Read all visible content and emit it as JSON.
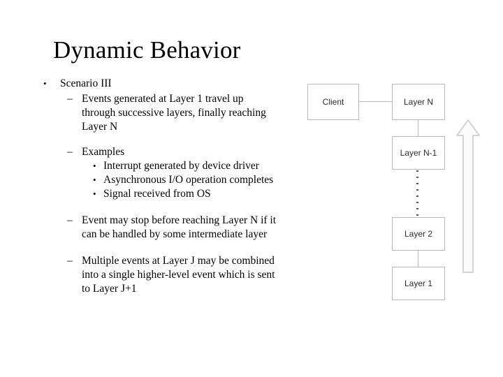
{
  "slide": {
    "title": "Dynamic Behavior",
    "background_color": "#ffffff",
    "text_color": "#000000"
  },
  "body": {
    "bullets": [
      {
        "level": 1,
        "marker": "•",
        "text": "Scenario III"
      },
      {
        "level": 2,
        "marker": "–",
        "lines": [
          "Events generated at Layer 1 travel up",
          "through successive layers, finally reaching",
          "Layer N"
        ]
      },
      {
        "level": 2,
        "marker": "–",
        "lines": [
          "Examples"
        ]
      },
      {
        "level": 3,
        "marker": "•",
        "lines": [
          "Interrupt generated by device driver"
        ]
      },
      {
        "level": 3,
        "marker": "•",
        "lines": [
          "Asynchronous I/O operation completes"
        ]
      },
      {
        "level": 3,
        "marker": "•",
        "lines": [
          "Signal received from OS"
        ]
      },
      {
        "level": 2,
        "marker": "–",
        "lines": [
          "Event may stop before reaching Layer N if it",
          "can be handled by some intermediate layer"
        ]
      },
      {
        "level": 2,
        "marker": "–",
        "lines": [
          "Multiple events at Layer J may be combined",
          "into a single higher-level event which is sent",
          "to Layer J+1"
        ]
      }
    ],
    "lines": {
      "b1_l1": "Events generated at Layer 1 travel up",
      "b1_l2": "through successive layers, finally reaching",
      "b1_l3": "Layer N",
      "examples_label": "Examples",
      "ex1": "Interrupt generated by device driver",
      "ex2": "Asynchronous I/O operation completes",
      "ex3": "Signal received from OS",
      "b3_l1": "Event may stop before reaching Layer N if it",
      "b3_l2": "can be handled by some intermediate layer",
      "b4_l1": "Multiple events at Layer J may be combined",
      "b4_l2": "into a single higher-level event which is sent",
      "b4_l3": "to Layer J+1"
    },
    "markers": {
      "dot": "•",
      "dash": "–"
    },
    "scenario_label": "Scenario III"
  },
  "diagram": {
    "nodes": [
      {
        "id": "client",
        "label": "Client"
      },
      {
        "id": "layer_n",
        "label": "Layer N"
      },
      {
        "id": "layer_n1",
        "label": "Layer N-1"
      },
      {
        "id": "layer_2",
        "label": "Layer 2"
      },
      {
        "id": "layer_1",
        "label": "Layer 1"
      }
    ],
    "labels": {
      "client": "Client",
      "layer_n": "Layer N",
      "layer_n_minus_1": "Layer N-1",
      "layer_2": "Layer 2",
      "layer_1": "Layer 1"
    },
    "connectors": [
      {
        "from": "client",
        "to": "layer_n",
        "style": "solid"
      },
      {
        "from": "layer_n",
        "to": "layer_n1",
        "style": "solid"
      },
      {
        "from": "layer_n1",
        "to": "layer_2",
        "style": "dotted"
      },
      {
        "from": "layer_2",
        "to": "layer_1",
        "style": "solid"
      }
    ],
    "arrow": {
      "direction": "up",
      "fill_color": "#fbfbfb",
      "stroke_color": "#d3d3d3"
    },
    "colors": {
      "node_border": "#b9b9b9",
      "node_fill": "#ffffff",
      "node_text": "#2b2b2b",
      "connector": "#b9b9b9",
      "dot": "#555555"
    }
  }
}
